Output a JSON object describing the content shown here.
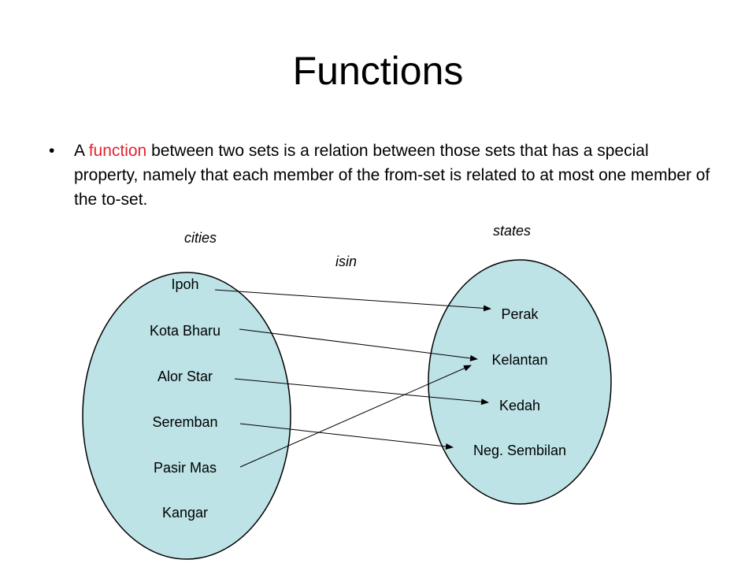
{
  "slide": {
    "title": "Functions",
    "bullet": {
      "marker": "•",
      "prefix": "A ",
      "highlight": "function",
      "suffix": "  between two sets is a relation between those sets that has a special property, namely that each member of the from-set is related to at most one member of the to-set."
    },
    "highlight_color": "#e0262e"
  },
  "diagram": {
    "from_label": "cities",
    "to_label": "states",
    "relation_label": "isin",
    "from_set": [
      "Ipoh",
      "Kota Bharu",
      "Alor Star",
      "Seremban",
      "Pasir Mas",
      "Kangar"
    ],
    "to_set": [
      "Perak",
      "Kelantan",
      "Kedah",
      "Neg. Sembilan"
    ],
    "mappings": [
      {
        "from": "Ipoh",
        "to": "Perak"
      },
      {
        "from": "Kota Bharu",
        "to": "Kelantan"
      },
      {
        "from": "Alor Star",
        "to": "Kedah"
      },
      {
        "from": "Seremban",
        "to": "Neg. Sembilan"
      },
      {
        "from": "Pasir Mas",
        "to": "Kelantan"
      }
    ],
    "fill_color": "#bde3e6",
    "stroke_color": "#000000"
  }
}
